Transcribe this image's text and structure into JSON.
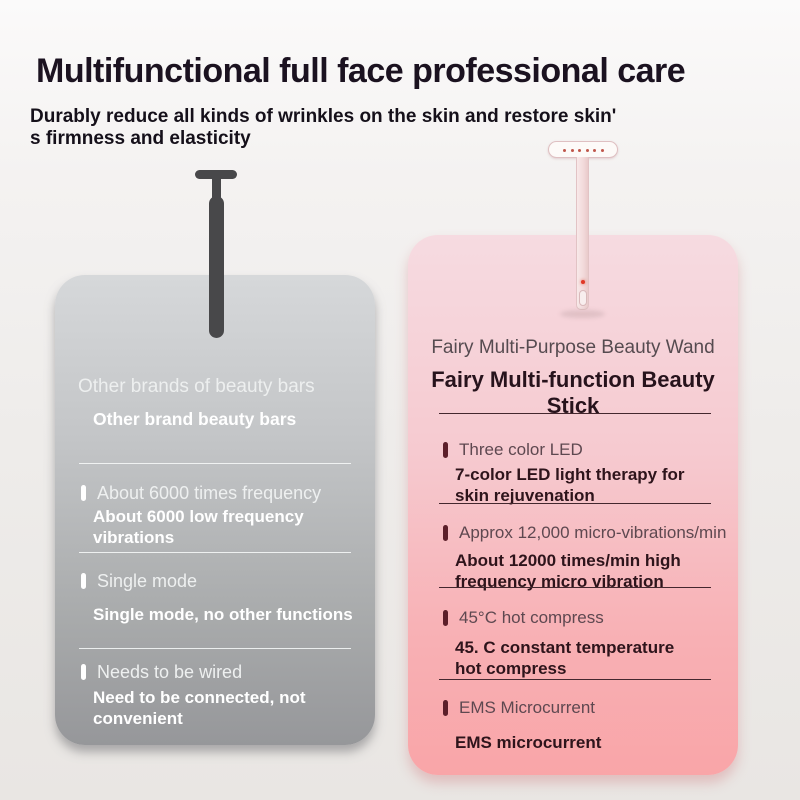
{
  "header": {
    "title": "Multifunctional full face professional care",
    "subtitle": "Durably reduce all kinds of wrinkles on the skin and restore skin'\ns firmness and elasticity"
  },
  "left_card": {
    "heading_light": "Other brands of beauty bars",
    "heading_bold": "Other brand beauty bars",
    "features": [
      {
        "label": "About 6000 times frequency",
        "description": "About 6000 low frequency\nvibrations"
      },
      {
        "label": "Single mode",
        "description": "Single mode, no other functions"
      },
      {
        "label": "Needs to be wired",
        "description": "Need to be connected, not\nconvenient"
      }
    ]
  },
  "right_card": {
    "heading_light": "Fairy Multi-Purpose Beauty Wand",
    "heading_bold": "Fairy Multi-function Beauty Stick",
    "features": [
      {
        "label": "Three color LED",
        "description": "7-color LED light therapy for\nskin rejuvenation"
      },
      {
        "label": "Approx 12,000 micro-vibrations/min",
        "description": "About 12000 times/min high\nfrequency micro vibration"
      },
      {
        "label": "45°C hot compress",
        "description": "45. C constant temperature\nhot compress"
      },
      {
        "label": "EMS Microcurrent",
        "description": "EMS microcurrent"
      }
    ]
  },
  "illustrations": {
    "left_wand": "gray-beauty-bar-wand",
    "right_wand": "pink-fairy-beauty-wand"
  },
  "colors": {
    "left_card_top": "#d6d8da",
    "left_card_bottom": "#96979a",
    "right_card_top": "#f6dbe1",
    "right_card_bottom": "#f9a5a8",
    "left_marker": "#ffffff",
    "right_marker": "#5c1f2a",
    "title_text": "#1b1220"
  }
}
